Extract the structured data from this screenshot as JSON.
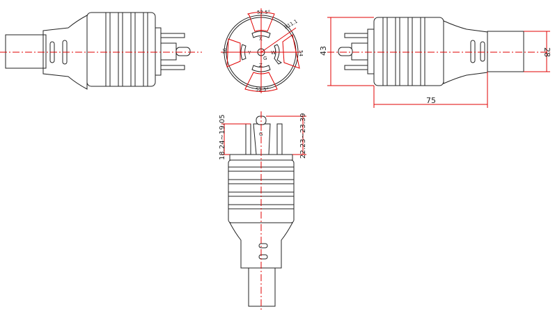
{
  "dimensions": {
    "angle_top": "52.5°",
    "angle_bottom": "52.5°",
    "radius": "R11.1",
    "right_width": "54",
    "left_width": "36",
    "length": "75",
    "height": "43",
    "cable_diameter": "28",
    "pin_length": "18.24~19.05",
    "ground_pin_length": "22.23~23.39"
  },
  "pin_labels": {
    "x": "X",
    "y": "Y",
    "w": "W",
    "z": "Z",
    "g": "G"
  },
  "colors": {
    "outline": "#222222",
    "dimension": "#e00000"
  }
}
